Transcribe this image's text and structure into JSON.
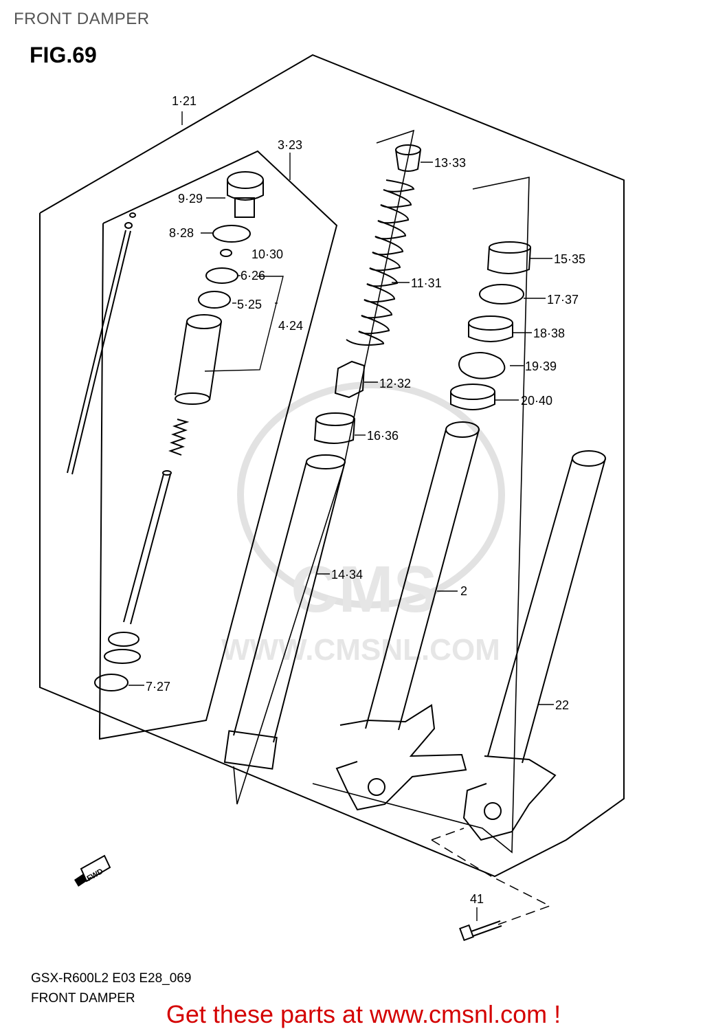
{
  "header": {
    "section_title": "FRONT DAMPER",
    "fig_number": "FIG.69"
  },
  "watermark": {
    "brand": "CMS",
    "url": "WWW.CMSNL.COM"
  },
  "fwd_badge": "FWD",
  "callouts": [
    {
      "id": "c1",
      "text": "1·21"
    },
    {
      "id": "c2",
      "text": "3·23"
    },
    {
      "id": "c3",
      "text": "9·29"
    },
    {
      "id": "c4",
      "text": "8·28"
    },
    {
      "id": "c5",
      "text": "10·30"
    },
    {
      "id": "c6",
      "text": "6·26"
    },
    {
      "id": "c7",
      "text": "5·25"
    },
    {
      "id": "c8",
      "text": "4·24"
    },
    {
      "id": "c9",
      "text": "7·27"
    },
    {
      "id": "c10",
      "text": "13·33"
    },
    {
      "id": "c11",
      "text": "11·31"
    },
    {
      "id": "c12",
      "text": "12·32"
    },
    {
      "id": "c13",
      "text": "16·36"
    },
    {
      "id": "c14",
      "text": "14·34"
    },
    {
      "id": "c15",
      "text": "15·35"
    },
    {
      "id": "c16",
      "text": "17·37"
    },
    {
      "id": "c17",
      "text": "18·38"
    },
    {
      "id": "c18",
      "text": "19·39"
    },
    {
      "id": "c19",
      "text": "20·40"
    },
    {
      "id": "c20",
      "text": "2"
    },
    {
      "id": "c21",
      "text": "22"
    },
    {
      "id": "c22",
      "text": "41"
    }
  ],
  "footer": {
    "model_code": "GSX-R600L2 E03 E28_069",
    "section_title": "FRONT DAMPER"
  },
  "promo": {
    "text": "Get these parts at www.cmsnl.com !",
    "color": "#d40000"
  }
}
